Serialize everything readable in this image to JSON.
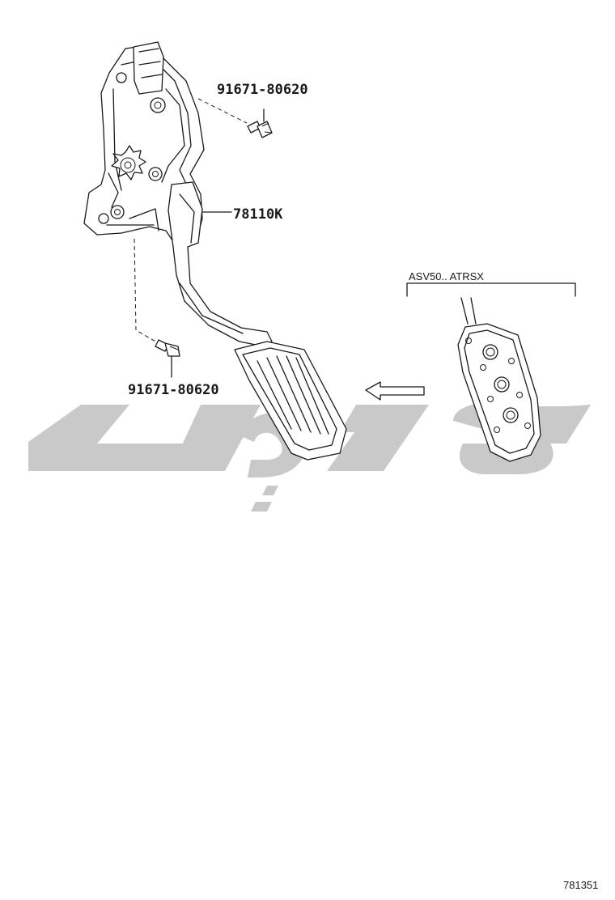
{
  "diagram": {
    "parts": {
      "bolt_upper": "91671-80620",
      "pedal_assembly": "78110K",
      "bolt_lower": "91671-80620"
    },
    "variant_label": "ASV50.. ATRSX",
    "figure_number": "781351",
    "watermark_text": "جوبج"
  },
  "colors": {
    "line": "#1a1a1a",
    "watermark": "#c9c9c9",
    "background": "#ffffff"
  }
}
